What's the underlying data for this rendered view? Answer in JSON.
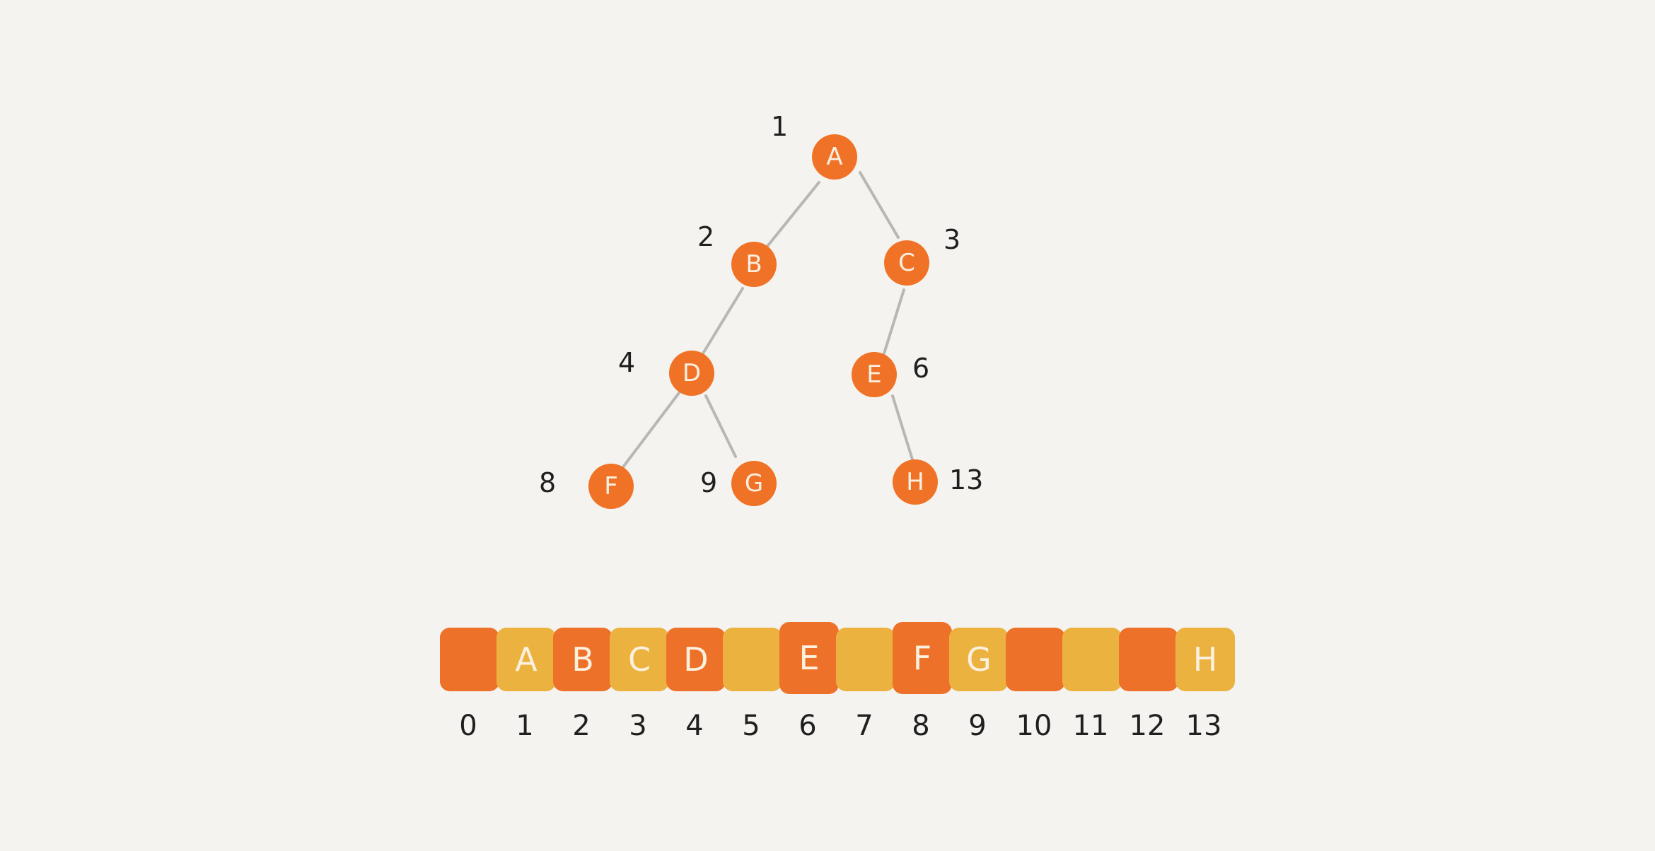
{
  "tree": {
    "nodes": [
      {
        "id": "A",
        "label": "A",
        "index": "1"
      },
      {
        "id": "B",
        "label": "B",
        "index": "2"
      },
      {
        "id": "C",
        "label": "C",
        "index": "3"
      },
      {
        "id": "D",
        "label": "D",
        "index": "4"
      },
      {
        "id": "E",
        "label": "E",
        "index": "6"
      },
      {
        "id": "F",
        "label": "F",
        "index": "8"
      },
      {
        "id": "G",
        "label": "G",
        "index": "9"
      },
      {
        "id": "H",
        "label": "H",
        "index": "13"
      }
    ],
    "edges": [
      {
        "from": "A",
        "to": "B"
      },
      {
        "from": "A",
        "to": "C"
      },
      {
        "from": "B",
        "to": "D"
      },
      {
        "from": "C",
        "to": "E"
      },
      {
        "from": "D",
        "to": "F"
      },
      {
        "from": "D",
        "to": "G"
      },
      {
        "from": "E",
        "to": "H"
      }
    ]
  },
  "array": {
    "cells": [
      {
        "value": "",
        "color": "#ee7129"
      },
      {
        "value": "A",
        "color": "#ecb240"
      },
      {
        "value": "B",
        "color": "#ee7129"
      },
      {
        "value": "C",
        "color": "#ecb240"
      },
      {
        "value": "D",
        "color": "#ee7129"
      },
      {
        "value": "",
        "color": "#ecb240"
      },
      {
        "value": "E",
        "color": "#ee7129"
      },
      {
        "value": "",
        "color": "#ecb240"
      },
      {
        "value": "F",
        "color": "#ee7129"
      },
      {
        "value": "G",
        "color": "#ecb240"
      },
      {
        "value": "",
        "color": "#ee7129"
      },
      {
        "value": "",
        "color": "#ecb240"
      },
      {
        "value": "",
        "color": "#ee7129"
      },
      {
        "value": "H",
        "color": "#ecb240"
      }
    ],
    "indices": [
      "0",
      "1",
      "2",
      "3",
      "4",
      "5",
      "6",
      "7",
      "8",
      "9",
      "10",
      "11",
      "12",
      "13"
    ]
  },
  "colors": {
    "node": "#f07226",
    "edge": "#b9b7b3",
    "background": "#f4f3ef"
  }
}
